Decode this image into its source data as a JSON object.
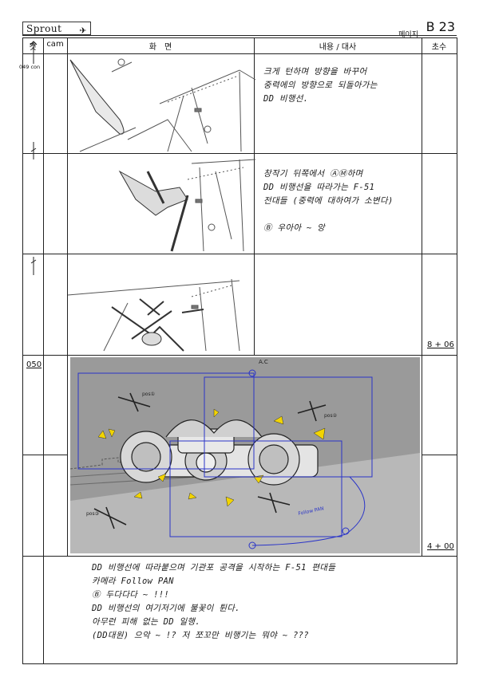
{
  "header": {
    "logo_text": "Sprout",
    "page_label": "페이지",
    "page_number": "B 23",
    "columns": {
      "cut": "컷",
      "cam": "cam",
      "screen": "화　면",
      "content": "내용 / 대사",
      "duration": "초수"
    }
  },
  "rows": [
    {
      "cut_note": "049 con",
      "dialogue": [
        "크게 턴하며 방향을 바꾸어",
        "중력에의 방향으로 되돌아가는",
        "DD 비행선."
      ]
    },
    {
      "dialogue": [
        "창작기 뒤쪽에서 ⒶⓂ하며",
        "DD 비행선을 따라가는 F-51",
        "전대들 (중력에 대하여가 소변다)",
        "",
        "Ⓑ 우아아 ~ 앙"
      ]
    },
    {
      "duration": "8 + 06"
    },
    {
      "cut_number": "050",
      "panel_notes": {
        "ac": "A.C",
        "follow_pan": "Follow PAN",
        "pos1": "pos①",
        "pos2": "pos②",
        "pos3": "pos③"
      },
      "duration": "4 + 00"
    }
  ],
  "bottom_text": [
    "DD 비행선에 따라붙으며 기관포 공격을 시작하는 F-51 편대들",
    "카메라 Follow PAN",
    "Ⓑ 두다다다 ~ !!!",
    "DD 비행선의 여기저기에 불꽃이 튄다.",
    "아무런 피해 없는 DD 일행.",
    "(DD대원) 으악 ~ !? 저 쪼꼬만 비행기는 뭐야 ~ ???"
  ],
  "colors": {
    "line": "#222222",
    "blue_markup": "#2a34c8",
    "spark_yellow": "#f2d400",
    "panel_gray": "#9a9a9a"
  }
}
